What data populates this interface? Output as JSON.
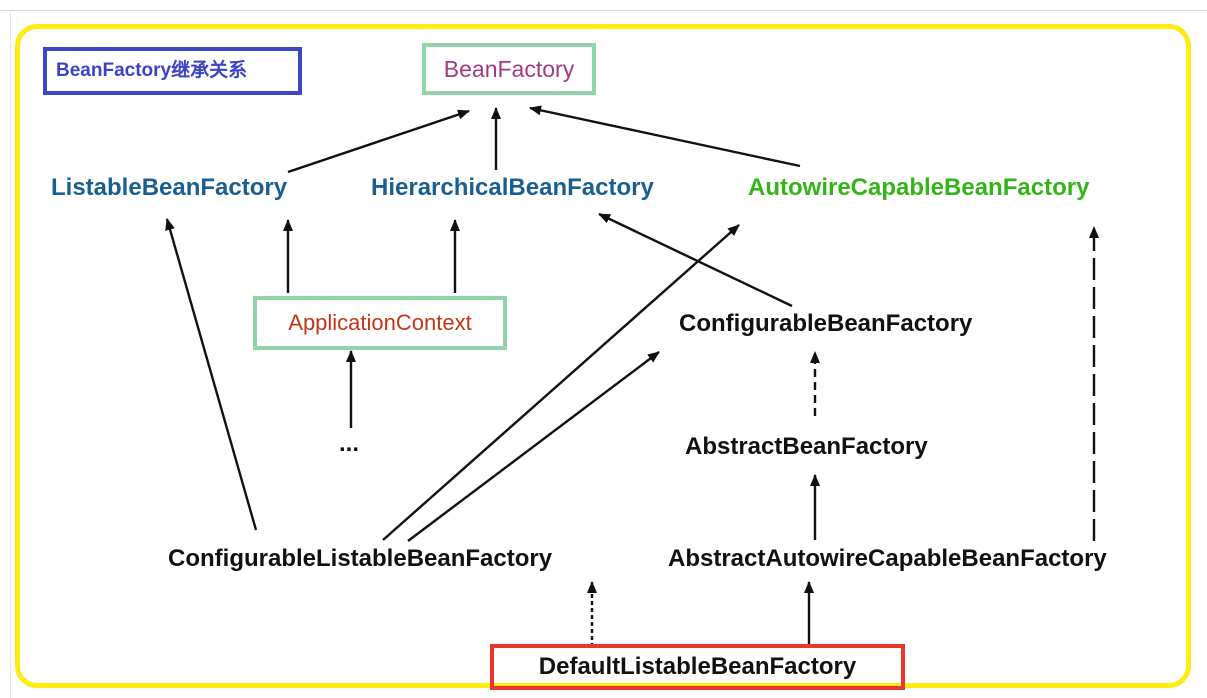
{
  "diagram": {
    "title": "BeanFactory继承关系",
    "nodes": {
      "bean_factory": "BeanFactory",
      "listable": "ListableBeanFactory",
      "hierarchical": "HierarchicalBeanFactory",
      "autowire_capable": "AutowireCapableBeanFactory",
      "application_context": "ApplicationContext",
      "configurable": "ConfigurableBeanFactory",
      "ellipsis": "...",
      "abstract_bean_factory": "AbstractBeanFactory",
      "configurable_listable": "ConfigurableListableBeanFactory",
      "abstract_autowire_capable": "AbstractAutowireCapableBeanFactory",
      "default_listable": "DefaultListableBeanFactory"
    },
    "colors": {
      "frame": "#ffec13",
      "title_border": "#3f46c6",
      "title_text": "#3c43c4",
      "highlight_green_border": "#91d4a9",
      "default_red_border": "#e8382a",
      "bean_factory_text": "#a23a83",
      "interface_blue_text": "#1a5f91",
      "autowire_green_text": "#35b41a",
      "application_context_text": "#c23616",
      "class_text": "#111111"
    },
    "edges": [
      {
        "from": "ListableBeanFactory",
        "to": "BeanFactory",
        "style": "solid"
      },
      {
        "from": "HierarchicalBeanFactory",
        "to": "BeanFactory",
        "style": "solid"
      },
      {
        "from": "AutowireCapableBeanFactory",
        "to": "BeanFactory",
        "style": "solid"
      },
      {
        "from": "ApplicationContext",
        "to": "ListableBeanFactory",
        "style": "solid"
      },
      {
        "from": "ApplicationContext",
        "to": "HierarchicalBeanFactory",
        "style": "solid"
      },
      {
        "from": "...",
        "to": "ApplicationContext",
        "style": "solid"
      },
      {
        "from": "ConfigurableBeanFactory",
        "to": "HierarchicalBeanFactory",
        "style": "solid"
      },
      {
        "from": "ConfigurableListableBeanFactory",
        "to": "ListableBeanFactory",
        "style": "solid"
      },
      {
        "from": "ConfigurableListableBeanFactory",
        "to": "AutowireCapableBeanFactory",
        "style": "solid"
      },
      {
        "from": "ConfigurableListableBeanFactory",
        "to": "ConfigurableBeanFactory",
        "style": "solid"
      },
      {
        "from": "AbstractBeanFactory",
        "to": "ConfigurableBeanFactory",
        "style": "dashed"
      },
      {
        "from": "AbstractAutowireCapableBeanFactory",
        "to": "AbstractBeanFactory",
        "style": "solid"
      },
      {
        "from": "AbstractAutowireCapableBeanFactory",
        "to": "AutowireCapableBeanFactory",
        "style": "dashed"
      },
      {
        "from": "DefaultListableBeanFactory",
        "to": "ConfigurableListableBeanFactory",
        "style": "dashed"
      },
      {
        "from": "DefaultListableBeanFactory",
        "to": "AbstractAutowireCapableBeanFactory",
        "style": "solid"
      }
    ]
  }
}
